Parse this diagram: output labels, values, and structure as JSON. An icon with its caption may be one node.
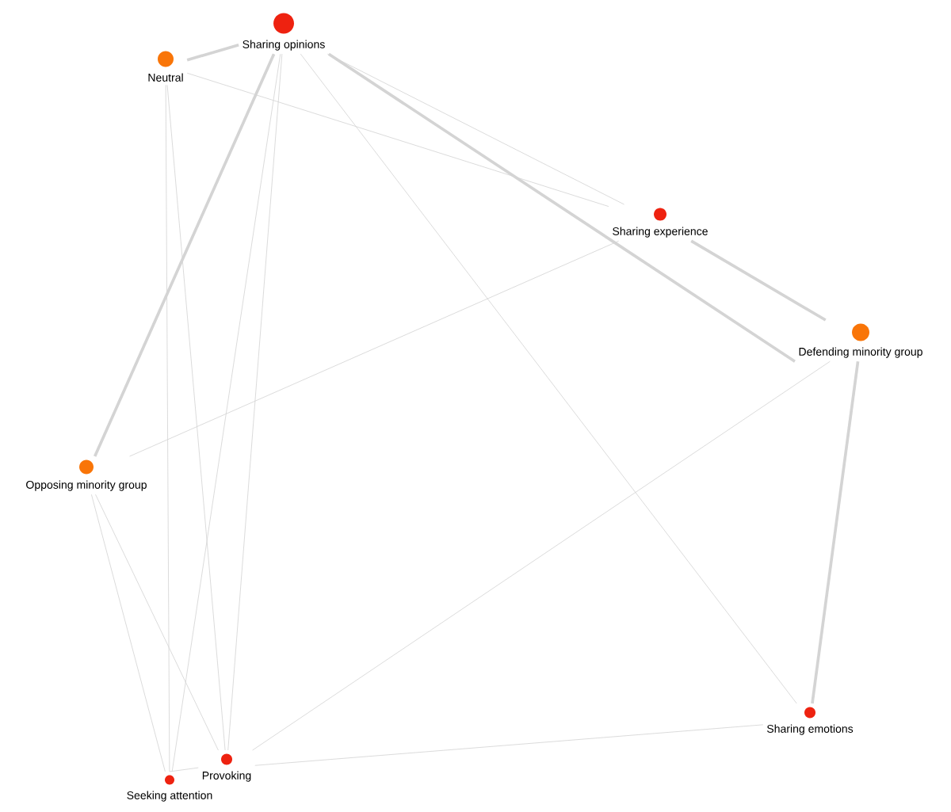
{
  "diagram": {
    "nodes": [
      {
        "text": [
          "Sharing opinions"
        ]
      },
      {
        "text": [
          "Neutral"
        ]
      },
      {
        "text": [
          "Sharing experience"
        ]
      },
      {
        "text": [
          "Defending minority group"
        ]
      },
      {
        "text": [
          "Opposing minority group"
        ]
      },
      {
        "text": [
          "Sharing emotions"
        ]
      },
      {
        "text": [
          "Provoking"
        ]
      },
      {
        "text": [
          "Seeking attention"
        ]
      }
    ],
    "edges": [
      {
        "from": 1,
        "to": 0,
        "arrow": "none",
        "style": "thick"
      },
      {
        "from": 1,
        "to": 2,
        "arrow": "none"
      },
      {
        "from": 1,
        "to": 7,
        "arrow": "none"
      },
      {
        "from": 1,
        "to": 6,
        "arrow": "none"
      },
      {
        "from": 0,
        "to": 3,
        "arrow": "none",
        "style": "thick"
      },
      {
        "from": 0,
        "to": 2,
        "arrow": "none"
      },
      {
        "from": 2,
        "to": 3,
        "arrow": "none",
        "style": "thick"
      },
      {
        "from": 0,
        "to": 4,
        "arrow": "none",
        "style": "thick"
      },
      {
        "from": 0,
        "to": 6,
        "arrow": "none"
      },
      {
        "from": 0,
        "to": 7,
        "arrow": "none"
      },
      {
        "from": 0,
        "to": 5,
        "arrow": "none"
      },
      {
        "from": 2,
        "to": 4,
        "arrow": "none"
      },
      {
        "from": 3,
        "to": 5,
        "arrow": "none",
        "style": "thick"
      },
      {
        "from": 3,
        "to": 6,
        "arrow": "none"
      },
      {
        "from": 4,
        "to": 6,
        "arrow": "none"
      },
      {
        "from": 4,
        "to": 7,
        "arrow": "none"
      },
      {
        "from": 6,
        "to": 5,
        "arrow": "none"
      },
      {
        "from": 6,
        "to": 7,
        "arrow": "none"
      }
    ]
  }
}
